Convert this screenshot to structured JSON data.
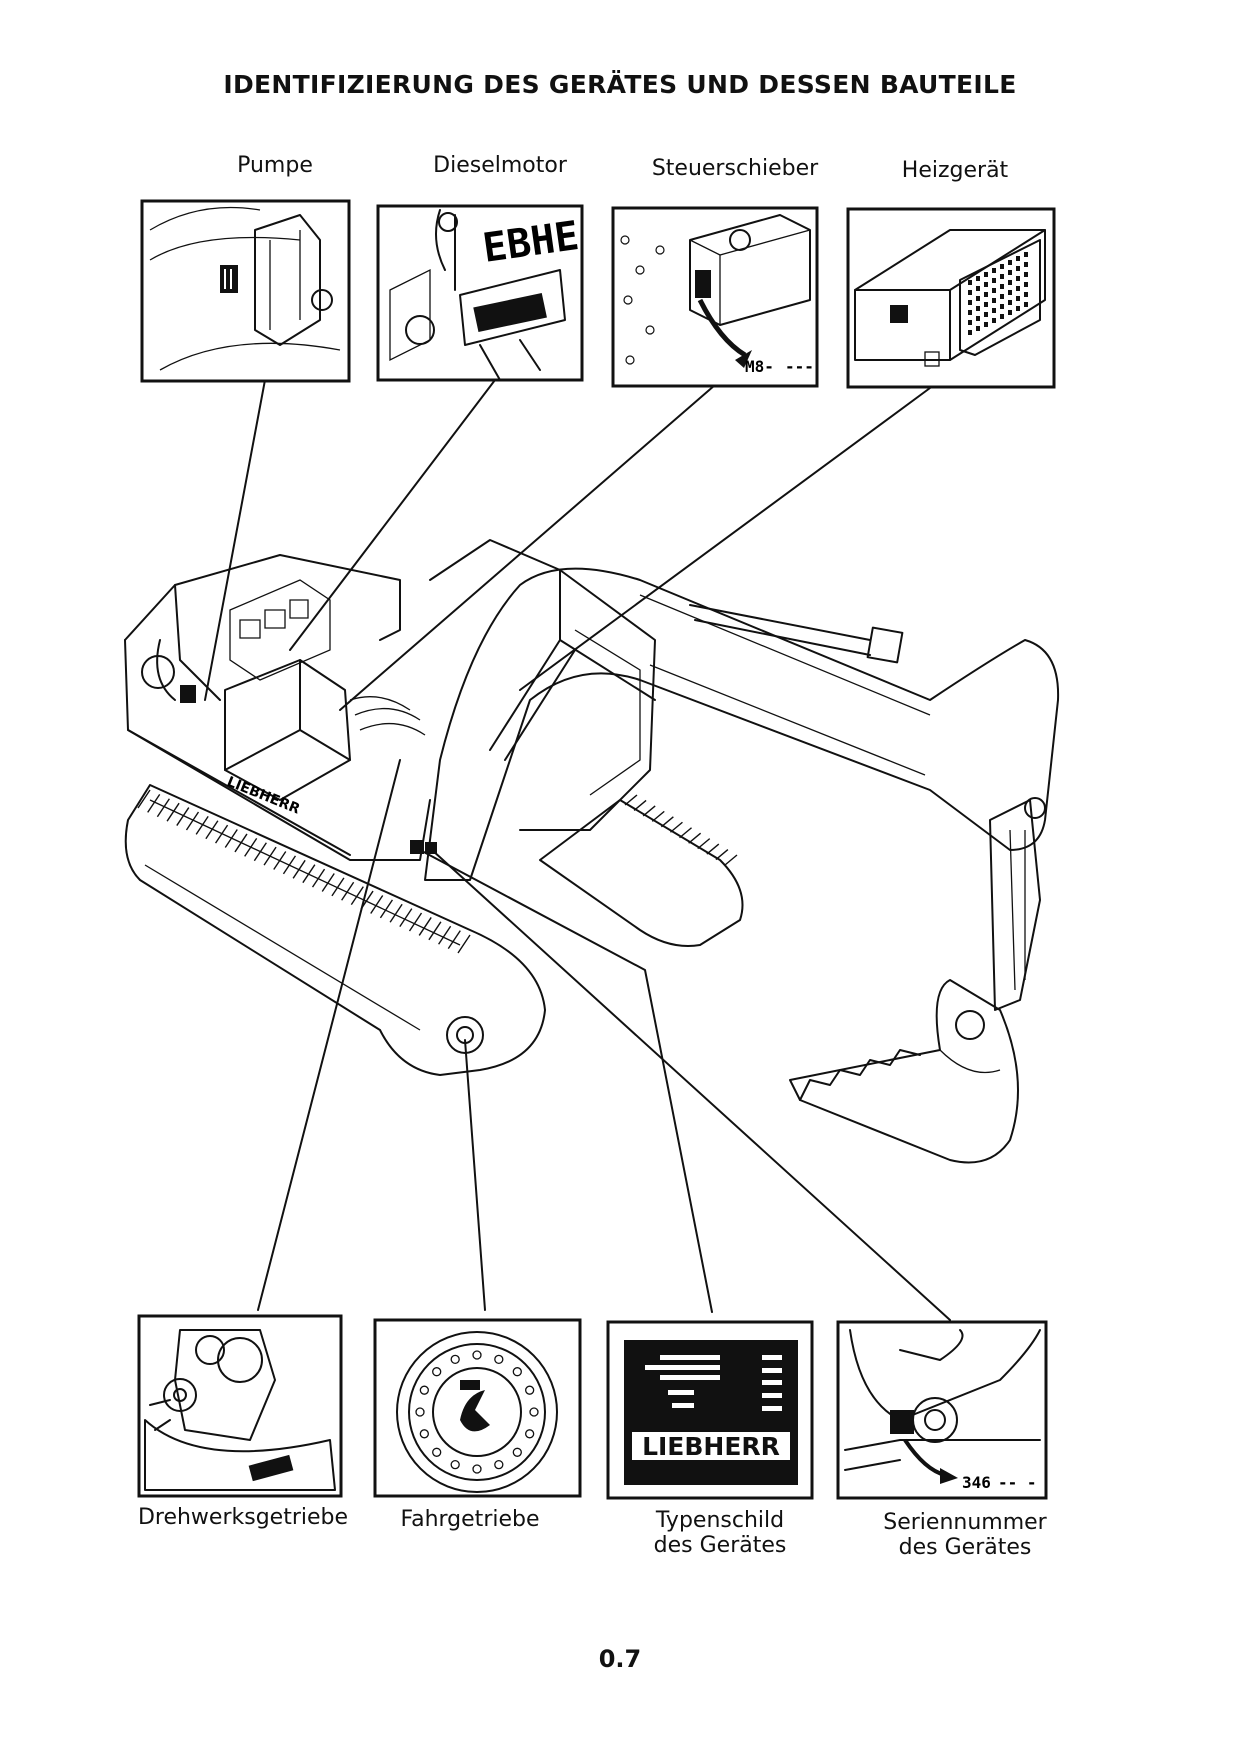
{
  "title": "IDENTIFIZIERUNG DES GERÄTES UND DESSEN BAUTEILE",
  "labels": {
    "pumpe": "Pumpe",
    "dieselmotor": "Dieselmotor",
    "steuerschieber": "Steuerschieber",
    "heizgeraet": "Heizgerät",
    "drehwerksgetriebe": "Drehwerksgetriebe",
    "fahrgetriebe": "Fahrgetriebe",
    "typenschild_line1": "Typenschild",
    "typenschild_line2": "des Gerätes",
    "seriennummer_line1": "Seriennummer",
    "seriennummer_line2": "des Gerätes"
  },
  "markings": {
    "m8": "M8-",
    "m8_dashes": "---",
    "serial": "346",
    "serial_dashes": "-- -",
    "brand_cab": "LIEBHERR",
    "brand_plate": "LIEBHERR",
    "brand_engine": "EBHE"
  },
  "page_number": "0.7"
}
